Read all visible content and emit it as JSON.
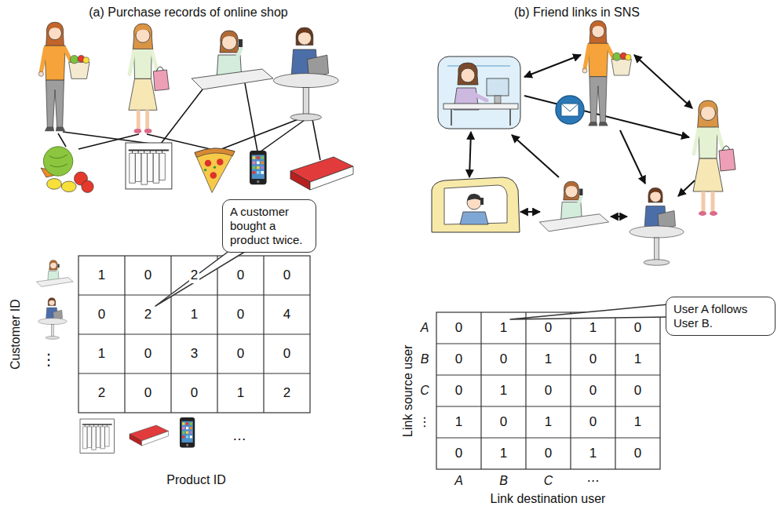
{
  "diagram": {
    "nodes": [
      {
        "text": [
          "A customer bought a product twice."
        ]
      },
      {
        "text": [
          "User A follows User B."
        ]
      }
    ],
    "labels": [
      "(a) Purchase records of online shop",
      "(b) Friend links in SNS",
      "1",
      "0",
      "2",
      "0",
      "0",
      "0",
      "2",
      "1",
      "0",
      "4",
      "1",
      "0",
      "3",
      "0",
      "0",
      "2",
      "0",
      "0",
      "1",
      "2",
      "⋮",
      "Customer ID",
      "…",
      "Product ID",
      "0",
      "1",
      "0",
      "1",
      "0",
      "0",
      "0",
      "1",
      "0",
      "1",
      "0",
      "1",
      "0",
      "0",
      "0",
      "1",
      "0",
      "1",
      "0",
      "1",
      "0",
      "1",
      "0",
      "1",
      "0",
      "A",
      "B",
      "C",
      "⋮",
      "A",
      "B",
      "C",
      "⋯",
      "Link source user",
      "Link destination user"
    ]
  }
}
